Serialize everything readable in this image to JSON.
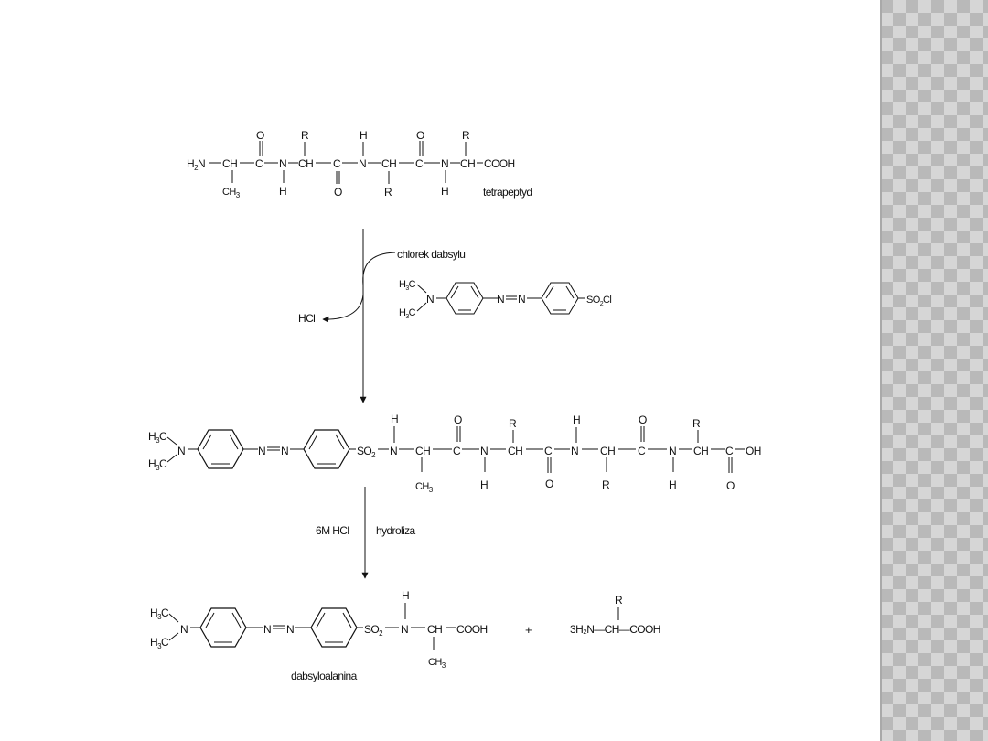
{
  "labels": {
    "tetrapeptide": "tetrapeptyd",
    "reagent": "chlorek dabsylu",
    "byproduct": "HCl",
    "acid": "6M HCl",
    "process": "hydroliza",
    "product": "dabsyloalanina",
    "plus": "+",
    "amino_acids": "3H₂N—CH—COOH"
  },
  "colors": {
    "sidebar": "#b9b9b9",
    "sidebar_light": "#d6d6d6",
    "ink": "#111111"
  }
}
